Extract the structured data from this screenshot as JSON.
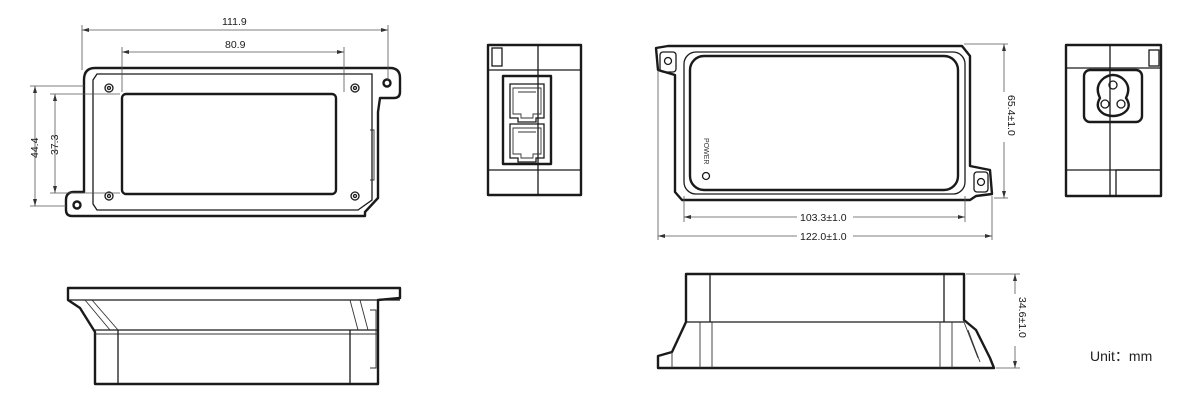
{
  "dimensions": {
    "overall_length_top": "111.9",
    "inner_length_top": "80.9",
    "overall_height_left": "44.4",
    "inner_height_left": "37.3",
    "front_inner_width": "103.3±1.0",
    "front_overall_width": "122.0±1.0",
    "front_height": "65.4±1.0",
    "side_depth": "34.6±1.0"
  },
  "labels": {
    "power_label": "POWER",
    "unit_label": "Unit：",
    "unit_value": "mm"
  },
  "icons": {
    "rj45_ports": "rj45-port-icon",
    "ac_inlet": "c6-cloverleaf-inlet-icon"
  }
}
